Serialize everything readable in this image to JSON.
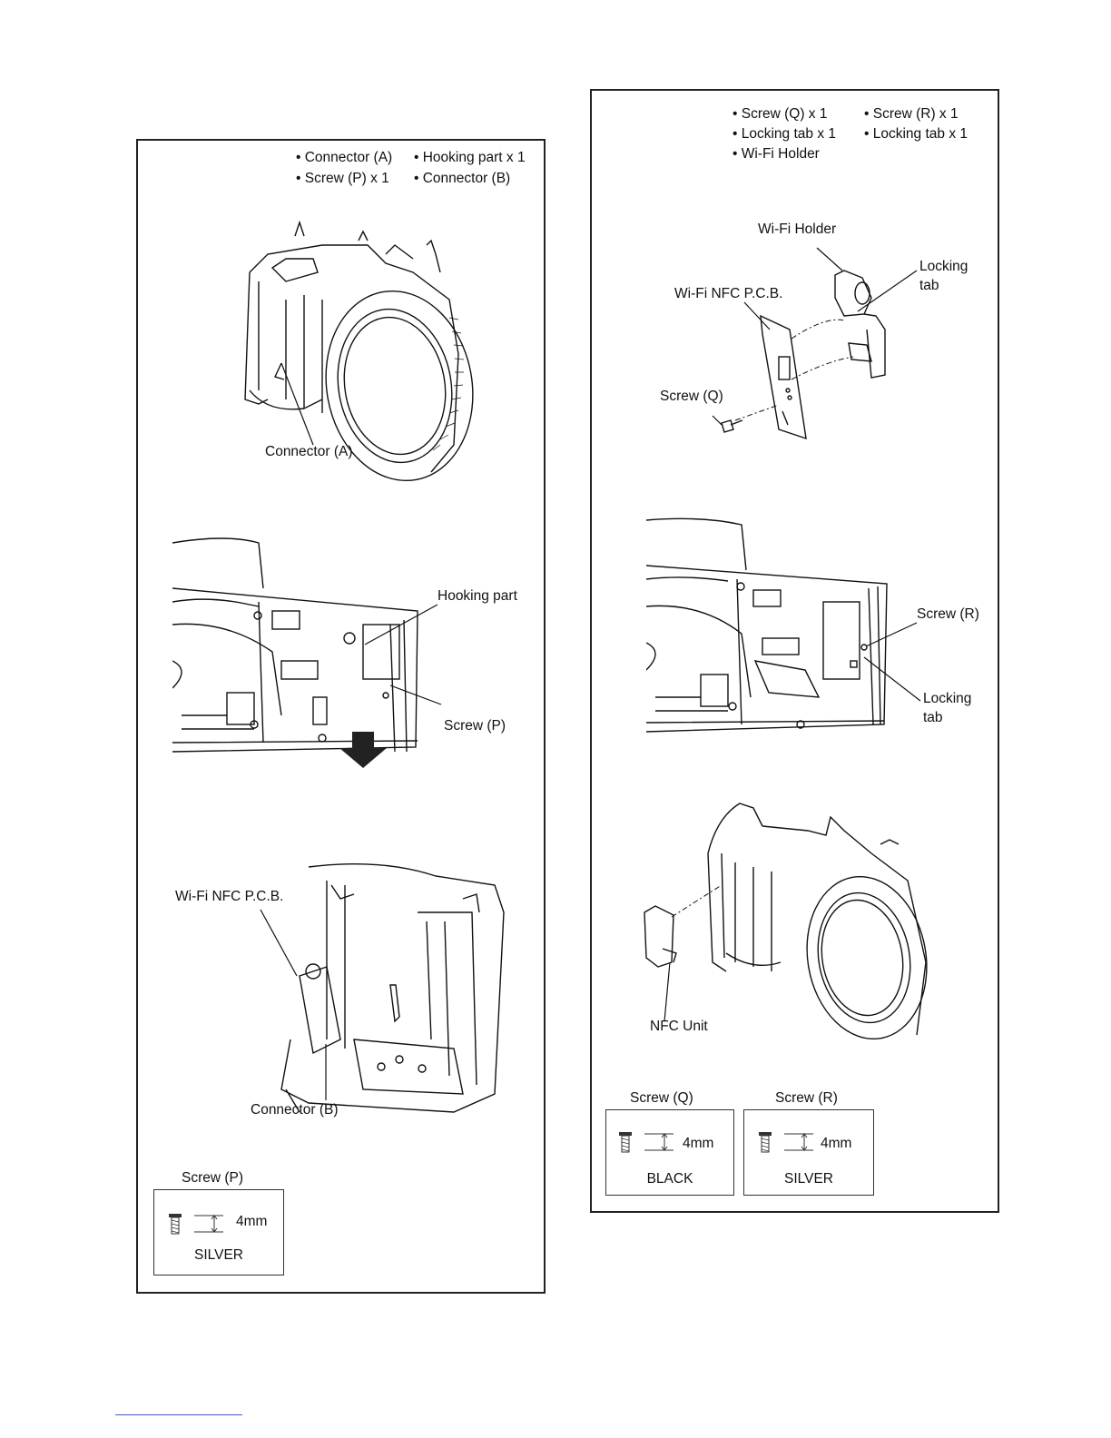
{
  "left_panel": {
    "checklist": [
      "• Connector (A)",
      "• Hooking part x 1",
      "• Screw (P) x 1",
      "• Connector (B)"
    ],
    "labels": {
      "connector_a": "Connector (A)",
      "hooking_part": "Hooking part",
      "screw_p": "Screw (P)",
      "wifi_nfc_pcb": "Wi-Fi NFC P.C.B.",
      "connector_b": "Connector (B)"
    },
    "screw_spec": {
      "title": "Screw (P)",
      "length": "4mm",
      "color": "SILVER"
    }
  },
  "right_panel": {
    "checklist": [
      "• Screw (Q) x 1",
      "• Screw (R) x 1",
      "• Locking tab x 1",
      "• Locking tab x 1",
      "• Wi-Fi Holder"
    ],
    "labels": {
      "wifi_holder": "Wi-Fi Holder",
      "locking_tab_1_line1": "Locking",
      "locking_tab_1_line2": "tab",
      "wifi_nfc_pcb": "Wi-Fi NFC P.C.B.",
      "screw_q": "Screw (Q)",
      "screw_r": "Screw (R)",
      "locking_tab_2_line1": "Locking",
      "locking_tab_2_line2": "tab",
      "nfc_unit": "NFC Unit"
    },
    "screw_specs": [
      {
        "title": "Screw (Q)",
        "length": "4mm",
        "color": "BLACK"
      },
      {
        "title": "Screw (R)",
        "length": "4mm",
        "color": "SILVER"
      }
    ]
  },
  "icons": {
    "screw": "screw-icon",
    "arrow": "down-arrow-icon"
  }
}
